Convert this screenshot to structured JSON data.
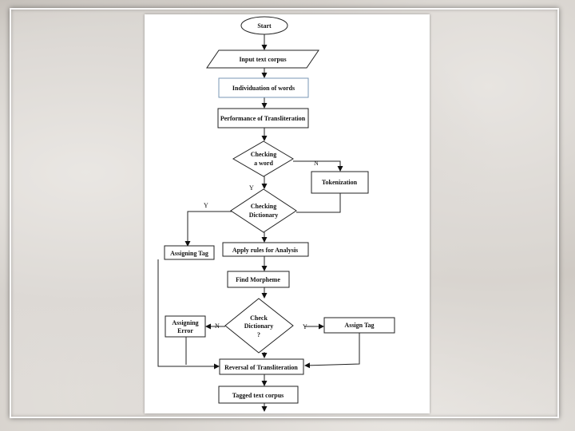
{
  "flowchart": {
    "nodes": {
      "start": "Start",
      "input": "Input text corpus",
      "individuation": "Individuation of words",
      "transliteration": "Performance of Transliteration",
      "check_word_1": "Checking",
      "check_word_2": "a word",
      "tokenization": "Tokenization",
      "check_dict_1": "Checking",
      "check_dict_2": "Dictionary",
      "assigning_tag": "Assigning Tag",
      "apply_rules": "Apply rules for Analysis",
      "find_morpheme": "Find Morpheme",
      "check_dict2_1": "Check",
      "check_dict2_2": "Dictionary",
      "check_dict2_3": "?",
      "assigning_error_1": "Assigning",
      "assigning_error_2": "Error",
      "assign_tag": "Assign Tag",
      "reversal": "Reversal of Transliteration",
      "tagged": "Tagged text corpus"
    },
    "edge_labels": {
      "word_no": "N",
      "word_yes": "Y",
      "dict_yes": "Y",
      "dict2_no": "N",
      "dict2_yes": "Y"
    }
  }
}
